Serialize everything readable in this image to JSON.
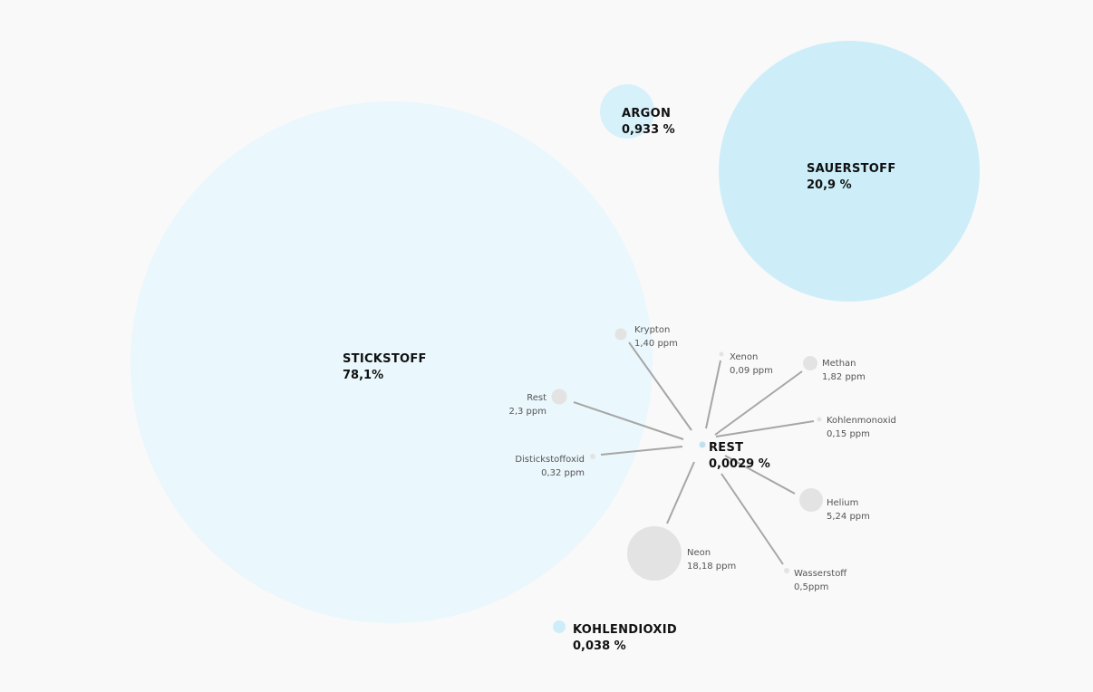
{
  "chart_data": {
    "type": "bubble",
    "colors": {
      "background": "#f9f9f9",
      "stickstoff": "#eaf7fc",
      "sauerstoff": "#cdeef8",
      "argon": "#d7f1fa",
      "rest_center": "#bfe2ee",
      "kohlendioxid": "#cdeef8",
      "minor": "#e3e3e3",
      "spoke": "#a6a6a6",
      "text": "#111111"
    },
    "major": [
      {
        "key": "stickstoff",
        "name": "STICKSTOFF",
        "value": 78.1,
        "value_label": "78,1%"
      },
      {
        "key": "sauerstoff",
        "name": "SAUERSTOFF",
        "value": 20.9,
        "value_label": "20,9 %"
      },
      {
        "key": "argon",
        "name": "ARGON",
        "value": 0.933,
        "value_label": "0,933 %"
      },
      {
        "key": "kohlendioxid",
        "name": "KOHLENDIOXID",
        "value": 0.038,
        "value_label": "0,038 %"
      },
      {
        "key": "rest",
        "name": "REST",
        "value": 0.0029,
        "value_label": "0,0029 %"
      }
    ],
    "rest_breakdown": [
      {
        "key": "krypton",
        "name": "Krypton",
        "value_ppm": 1.4,
        "value_label": "1,40 ppm"
      },
      {
        "key": "xenon",
        "name": "Xenon",
        "value_ppm": 0.09,
        "value_label": "0,09 ppm"
      },
      {
        "key": "methan",
        "name": "Methan",
        "value_ppm": 1.82,
        "value_label": "1,82 ppm"
      },
      {
        "key": "kohlenmonoxid",
        "name": "Kohlenmonoxid",
        "value_ppm": 0.15,
        "value_label": "0,15 ppm"
      },
      {
        "key": "helium",
        "name": "Helium",
        "value_ppm": 5.24,
        "value_label": "5,24 ppm"
      },
      {
        "key": "wasserstoff",
        "name": "Wasserstoff",
        "value_ppm": 0.5,
        "value_label": "0,5ppm"
      },
      {
        "key": "neon",
        "name": "Neon",
        "value_ppm": 18.18,
        "value_label": "18,18 ppm"
      },
      {
        "key": "distickstoffoxid",
        "name": "Distickstoffoxid",
        "value_ppm": 0.32,
        "value_label": "0,32 ppm"
      },
      {
        "key": "rest2",
        "name": "Rest",
        "value_ppm": 2.3,
        "value_label": "2,3 ppm"
      }
    ]
  }
}
